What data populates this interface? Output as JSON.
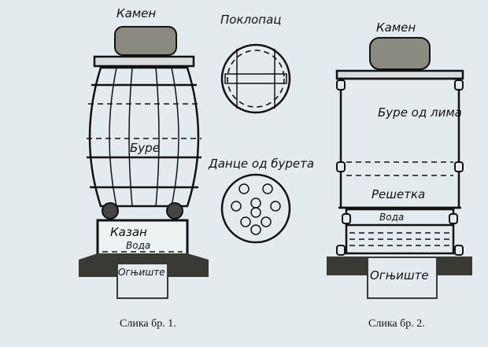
{
  "figure1": {
    "stone_label": "Камен",
    "barrel_label": "Буре",
    "boiler_label": "Казан",
    "water_label": "Вода",
    "hearth_label": "Огњиште",
    "caption": "Слика бр. 1."
  },
  "middle": {
    "lid_label": "Поклопац",
    "barrel_bottom_label": "Данце од бурета"
  },
  "figure2": {
    "stone_label": "Камен",
    "tin_barrel_label": "Буре од лима",
    "grate_label": "Решетка",
    "water_label": "Вода",
    "hearth_label": "Огњиште",
    "caption": "Слика бр. 2."
  }
}
